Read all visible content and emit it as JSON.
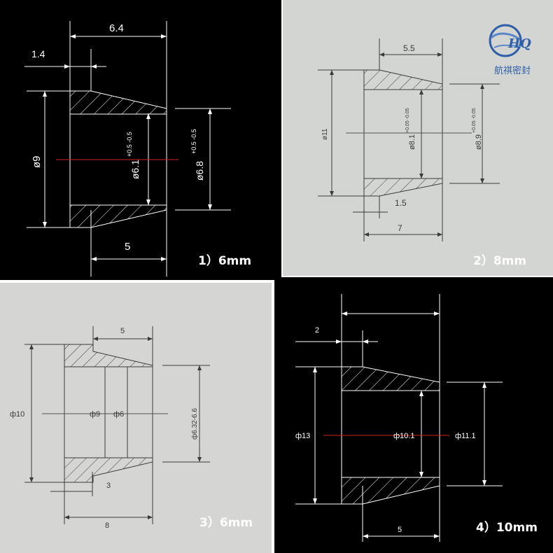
{
  "panels": [
    {
      "id": "p1",
      "title": "1）6mm",
      "dims": {
        "length_total": "6.4",
        "step_width": "1.4",
        "bottom_length": "5",
        "outer_dia": "ø9",
        "inner_dia": "ø6.1",
        "inner_tol": "+0.5 -0.5",
        "taper_dia": "ø6.8",
        "taper_tol": "+0.5 -0.5"
      }
    },
    {
      "id": "p2",
      "title": "2）8mm",
      "dims": {
        "top_length": "5.5",
        "outer_dia": "ø11",
        "inner_dia": "ø8.1",
        "inner_tol": "+0.05 -0.05",
        "taper_dia": "ø8.9",
        "taper_tol": "+0.05 -0.05",
        "step_width": "1.5",
        "length_total": "7"
      }
    },
    {
      "id": "p3",
      "title": "3）6mm",
      "dims": {
        "top_length": "5",
        "outer_dia": "ф10",
        "mid_dia": "ф9",
        "inner_dia": "ф6",
        "taper_dia": "ф6.32-6.6",
        "step_width": "3",
        "length_total": "8"
      }
    },
    {
      "id": "p4",
      "title": "4）10mm",
      "dims": {
        "step_width": "2",
        "outer_dia": "ф13",
        "inner_dia": "ф10.1",
        "taper_dia": "ф11.1",
        "bottom_length": "5"
      }
    }
  ],
  "logo": {
    "mark": "HQ",
    "text": "航祺密封",
    "color": "#2f5fa8"
  }
}
